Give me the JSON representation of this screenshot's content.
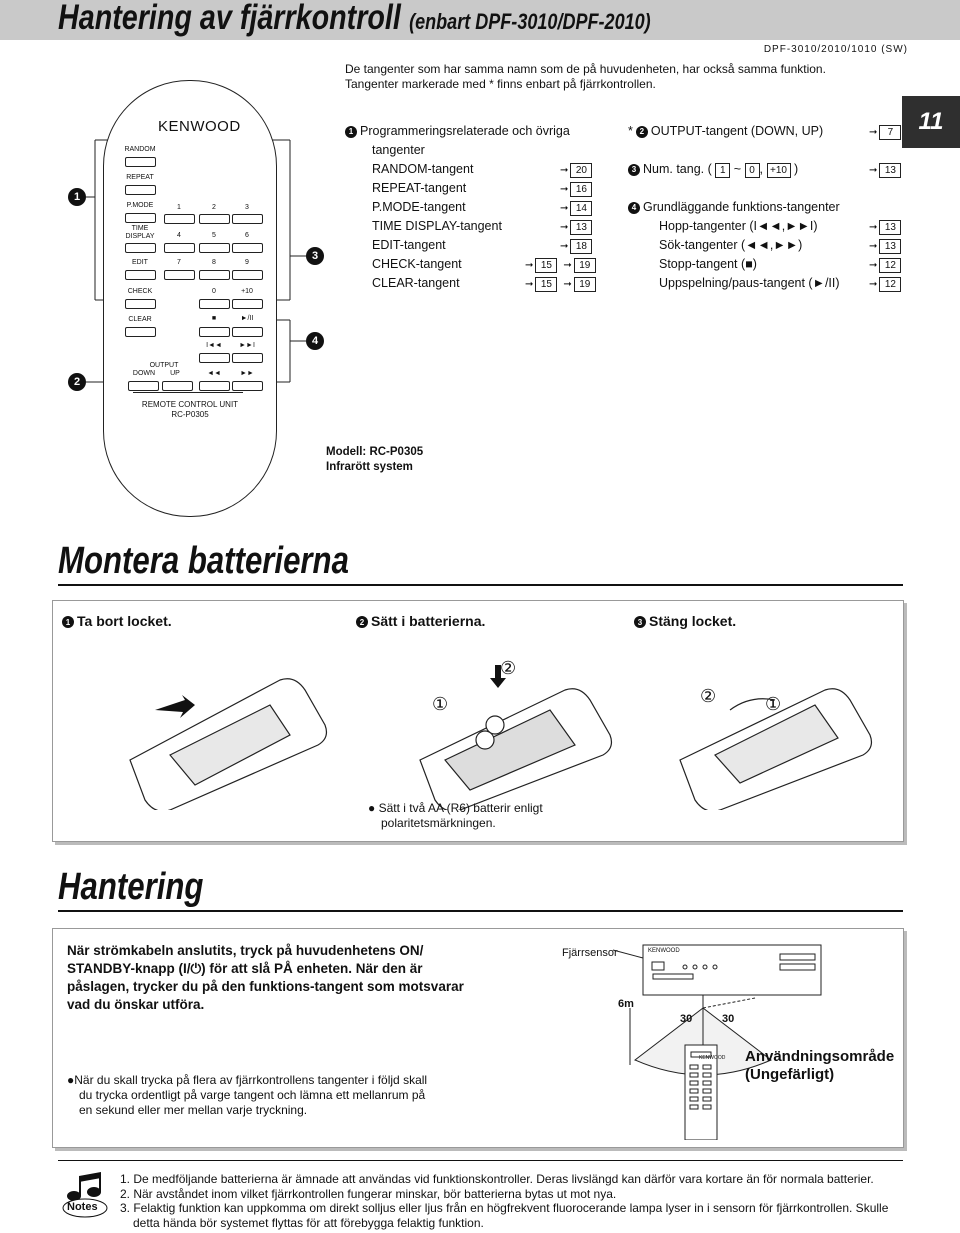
{
  "header": {
    "title": "Hantering av fjärrkontroll",
    "subtitle": "(enbart DPF-3010/DPF-2010)",
    "model_code": "DPF-3010/2010/1010 (SW)",
    "page_number": "11",
    "intro_line1": "De tangenter som har samma namn som de på huvudenheten, har också samma funktion.",
    "intro_line2": "Tangenter markerade med * finns enbart på fjärrkontrollen."
  },
  "remote": {
    "brand": "KENWOOD",
    "labels": [
      "RANDOM",
      "REPEAT",
      "P.MODE",
      "TIME DISPLAY",
      "EDIT",
      "CHECK",
      "CLEAR"
    ],
    "digits": [
      "1",
      "2",
      "3",
      "4",
      "5",
      "6",
      "7",
      "8",
      "9",
      "0",
      "+10"
    ],
    "stop_symbol": "■",
    "play_symbol": "►/II",
    "skip_back": "I◄◄",
    "skip_fwd": "►►I",
    "search_back": "◄◄",
    "search_fwd": "►►",
    "output_label": "OUTPUT",
    "down_label": "DOWN",
    "up_label": "UP",
    "unit_line1": "REMOTE CONTROL UNIT",
    "unit_line2": "RC-P0305",
    "markers": [
      "1",
      "2",
      "3",
      "4"
    ],
    "model_line1": "Modell: RC-P0305",
    "model_line2": "Infrarött system"
  },
  "keys_col1": {
    "heading_marker": "1",
    "heading": "Programmeringsrelaterade och övriga tangenter",
    "heading_line1": "Programmeringsrelaterade och övriga",
    "heading_line2": "tangenter",
    "rows": [
      {
        "label": "RANDOM-tangent",
        "refs": [
          "20"
        ]
      },
      {
        "label": "REPEAT-tangent",
        "refs": [
          "16"
        ]
      },
      {
        "label": "P.MODE-tangent",
        "refs": [
          "14"
        ]
      },
      {
        "label": "TIME DISPLAY-tangent",
        "refs": [
          "13"
        ]
      },
      {
        "label": "EDIT-tangent",
        "refs": [
          "18"
        ]
      },
      {
        "label": "CHECK-tangent",
        "refs": [
          "15",
          "19"
        ]
      },
      {
        "label": "CLEAR-tangent",
        "refs": [
          "15",
          "19"
        ]
      }
    ]
  },
  "keys_col2": {
    "output": {
      "prefix": "*",
      "marker": "2",
      "label": "OUTPUT-tangent (DOWN, UP)",
      "ref": "7"
    },
    "num": {
      "marker": "3",
      "label": "Num. tang. (",
      "k1": "1",
      "tilde": "~",
      "k0": "0",
      "comma": ",",
      "k10": "+10",
      "close": ")",
      "ref": "13"
    },
    "basic": {
      "marker": "4",
      "label": "Grundläggande funktions-tangenter"
    },
    "rows": [
      {
        "label": "Hopp-tangenter (I◄◄,►►I)",
        "ref": "13"
      },
      {
        "label": "Sök-tangenter (◄◄,►►)",
        "ref": "13"
      },
      {
        "label": "Stopp-tangent (■)",
        "ref": "12"
      },
      {
        "label": "Uppspelning/paus-tangent (►/II)",
        "ref": "12"
      }
    ]
  },
  "batteries": {
    "title": "Montera batterierna",
    "step1": {
      "marker": "1",
      "text": "Ta bort locket."
    },
    "step2": {
      "marker": "2",
      "text": "Sätt i batterierna."
    },
    "step3": {
      "marker": "3",
      "text": "Stäng locket."
    },
    "num1": "①",
    "num2": "②",
    "note_line1": "Sätt i två AA (R6) batterir enligt",
    "note_line2": "polaritetsmärkningen."
  },
  "operation": {
    "title": "Hantering",
    "text_line1": "När strömkabeln anslutits, tryck på huvudenhetens ON/",
    "text_line2": "STANDBY-knapp (I/⏻) för att slå PÅ enheten. När den är",
    "text_line3": "påslagen, trycker du på den funktions-tangent som motsvarar",
    "text_line4": "vad du önskar utföra.",
    "note_line1": "När du skall trycka på flera av fjärrkontrollens tangenter i följd skall",
    "note_line2": "du trycka ordentligt på varge tangent och lämna ett mellanrum på",
    "note_line3": "en sekund eller mer mellan varje tryckning.",
    "sensor_label": "Fjärrsensor",
    "brand_small": "KENWOOD",
    "distance": "6m",
    "angle_left": "30",
    "angle_right": "30",
    "range_line1": "Användningsområde",
    "range_line2": "(Ungefärligt)"
  },
  "notes": {
    "icon_label": "Notes",
    "n1": "1. De medföljande batterierna är ämnade att användas vid funktionskontroller. Deras livslängd kan därför vara kortare än för normala batterier.",
    "n2": "2. När avståndet inom vilket fjärrkontrollen fungerar minskar, bör batterierna bytas ut mot nya.",
    "n3a": "3. Felaktig funktion kan uppkomma om direkt solljus eller ljus från en högfrekvent fluorocerande lampa lyser in i sensorn för fjärrkontrollen. Skulle",
    "n3b": "detta hända bör systemet flyttas för att förebygga felaktig funktion."
  }
}
